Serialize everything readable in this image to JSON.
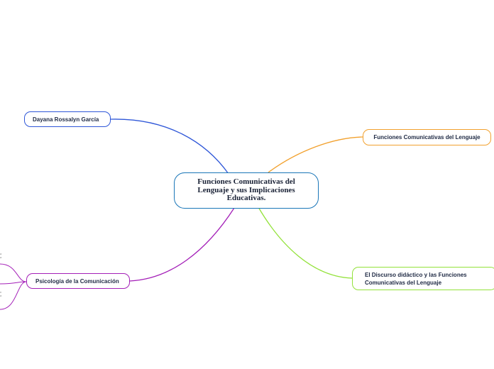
{
  "central_topic": {
    "line1": "Funciones Comunicativas del",
    "line2": "Lenguaje y sus Implicaciones",
    "line3": "Educativas."
  },
  "branches": {
    "author": {
      "label": "Dayana Rossalyn García",
      "color": "#2f57d8"
    },
    "functions": {
      "label": "Funciones Comunicativas del Lenguaje",
      "color": "#f2a12e"
    },
    "discourse": {
      "line1": "El Discurso didáctico y las Funciones",
      "line2": "Comunicativas del Lenguaje",
      "color": "#93e23a"
    },
    "psychology": {
      "label": "Psicología de la Comunicación",
      "color": "#a420b8"
    }
  },
  "central_color": "#1a76b8"
}
